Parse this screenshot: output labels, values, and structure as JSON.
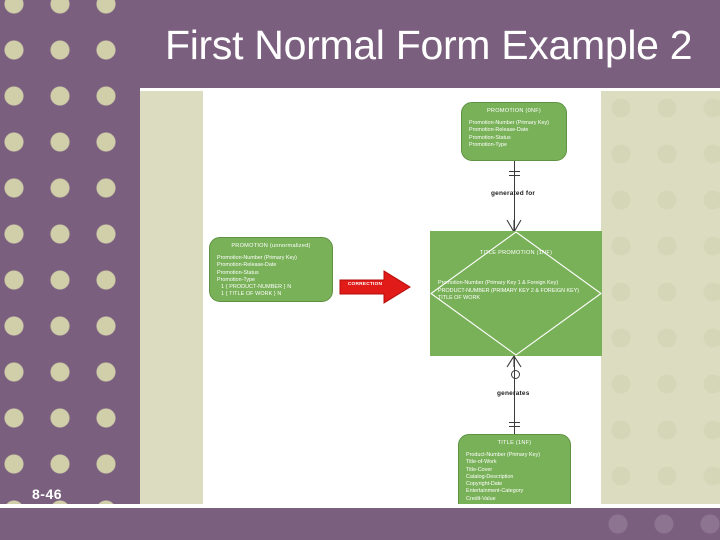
{
  "slide": {
    "title": "First Normal Form Example 2",
    "page_number": "8-46"
  },
  "theme": {
    "header_purple": "#7a5f7e",
    "beige": "#dcdcc0",
    "entity_green": "#79b158",
    "entity_border_green": "#5f9243",
    "arrow_red": "#e01b18",
    "text_white": "#ffffff"
  },
  "diagram": {
    "entities": {
      "promotion_0nf": {
        "title": "PROMOTION (0NF)",
        "attributes": [
          "Promotion-Number (Primary Key)",
          "Promotion-Release-Date",
          "Promotion-Status",
          "Promotion-Type"
        ]
      },
      "promotion_unnormalized": {
        "title": "PROMOTION (unnormalized)",
        "attributes": [
          "Promotion-Number (Primary Key)",
          "Promotion-Release-Date",
          "Promotion-Status",
          "Promotion-Type"
        ],
        "repeating_groups": [
          "1 { PRODUCT-NUMBER } N",
          "1 { TITLE OF WORK } N"
        ]
      },
      "title_promotion_1nf": {
        "title": "TITLE PROMOTION (1NF)",
        "attributes": [
          "Promotion-Number (Primary Key 1 & Foreign Key)",
          "PRODUCT-NUMBER (PRIMARY KEY 2 & FOREIGN KEY)",
          "TITLE OF WORK"
        ]
      },
      "title_1nf": {
        "title": "TITLE (1NF)",
        "attributes": [
          "Product-Number (Primary Key)",
          "Title-of-Work",
          "Title-Cover",
          "Catalog-Description",
          "Copyright-Date",
          "Entertainment-Category",
          "Credit-Value"
        ]
      }
    },
    "relationships": [
      {
        "label": "generated for"
      },
      {
        "label": "generates"
      }
    ],
    "correction_arrow": {
      "label": "CORRECTION"
    }
  }
}
